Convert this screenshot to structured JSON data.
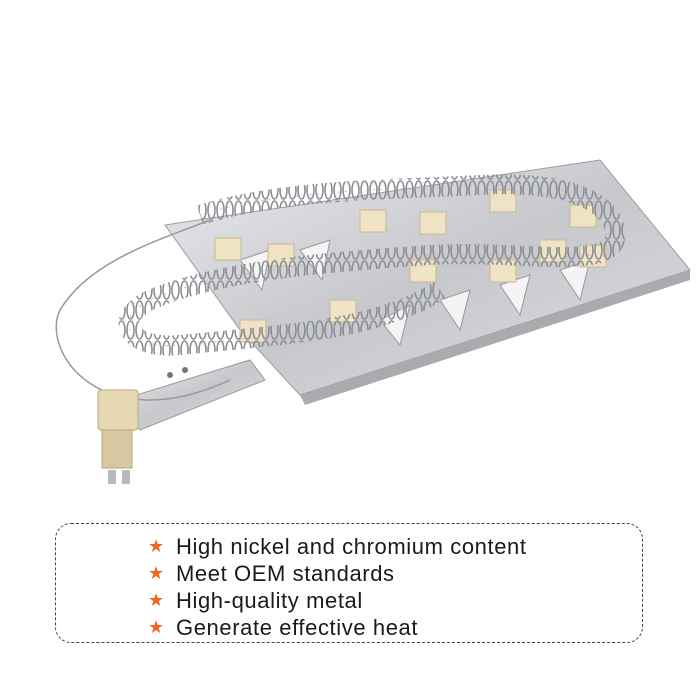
{
  "product": {
    "icon": "dryer-heating-element-image"
  },
  "features": {
    "bullet_icon": "star-icon",
    "bullet_color": "#f26522",
    "items": [
      "High nickel and chromium content",
      "Meet OEM standards",
      "High-quality metal",
      "Generate effective heat"
    ]
  }
}
